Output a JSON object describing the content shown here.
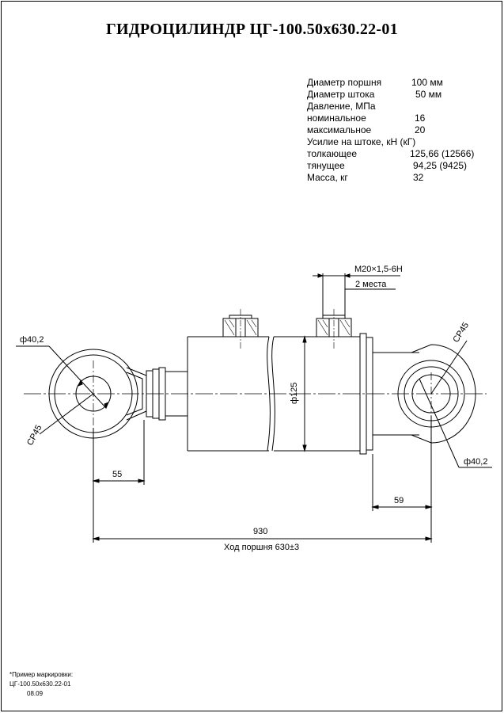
{
  "title": "ГИДРОЦИЛИНДР ЦГ-100.50x630.22-01",
  "specs": [
    {
      "label": "Диаметр поршня",
      "value": "100 мм",
      "offset": 132
    },
    {
      "label": "Диаметр штока",
      "value": "50 мм",
      "offset": 137
    },
    {
      "label": "Давление, МПа",
      "value": "",
      "offset": 0
    },
    {
      "label": "номинальное",
      "value": "16",
      "offset": 136
    },
    {
      "label": "максимальное",
      "value": "20",
      "offset": 136
    },
    {
      "label": "Усилие на штоке, кН (кГ)",
      "value": "",
      "offset": 0
    },
    {
      "label": "толкающее",
      "value": "125,66 (12566)",
      "offset": 130
    },
    {
      "label": "тянущее",
      "value": "94,25 (9425)",
      "offset": 134
    },
    {
      "label": "Масса, кг",
      "value": "32",
      "offset": 134
    }
  ],
  "annotations": {
    "dia_left": "ф40,2",
    "dia_right": "ф40,2",
    "sr_left": "СР45",
    "sr_right": "СР45",
    "thread": "М20×1,5-6Н",
    "thread_count": "2 места",
    "barrel_dia": "ф125",
    "dim_55": "55",
    "dim_59": "59",
    "dim_930": "930",
    "stroke": "Ход поршня 630±3"
  },
  "footnote": {
    "line1": "*Пример маркировки:",
    "line2": "ЦГ-100.50х630.22-01",
    "line3": "08.09"
  }
}
